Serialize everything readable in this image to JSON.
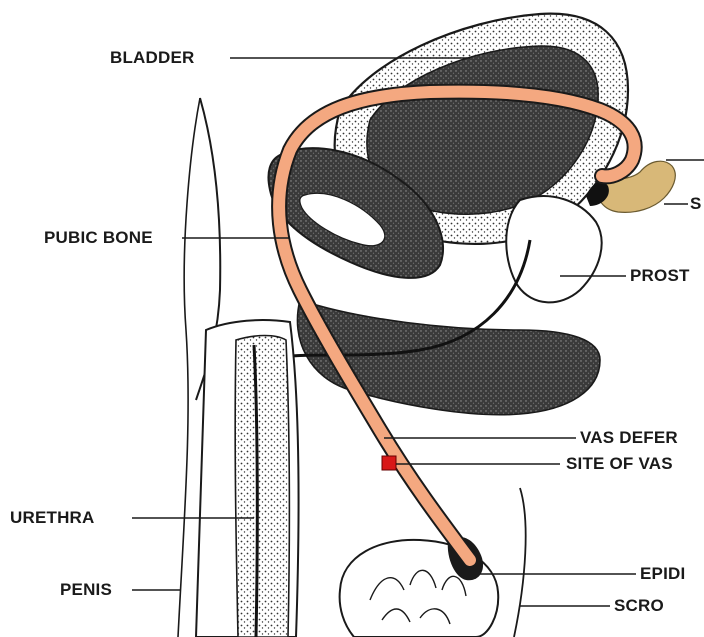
{
  "labels": {
    "bladder": "BLADDER",
    "pubic_bone": "PUBIC BONE",
    "seminal_vesicle": "S",
    "prostate": "PROST",
    "vas_deferens": "VAS DEFER",
    "site_of_vasectomy": "SITE OF VAS",
    "urethra": "URETHRA",
    "penis": "PENIS",
    "epididymis": "EPIDI",
    "scrotum": "SCRO"
  },
  "colors": {
    "vas_deferens": "#f4a880",
    "vasectomy_site": "#d81818",
    "seminal_vesicle": "#d8b878",
    "ink": "#1a1a1a",
    "tissue_dark": "#3a3a3a"
  }
}
